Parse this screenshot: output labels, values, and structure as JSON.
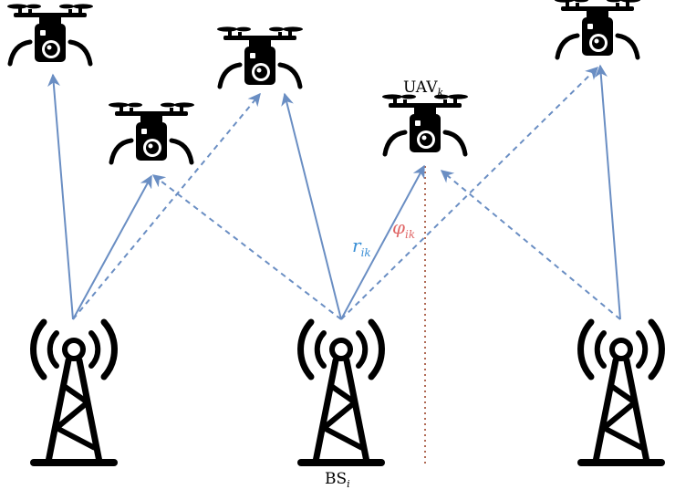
{
  "labels": {
    "uav_k": {
      "main": "UAV",
      "sub": "k"
    },
    "bs_i": {
      "main": "BS",
      "sub": "i"
    },
    "distance": {
      "main": "r",
      "sub": "ik"
    },
    "angle": {
      "main": "φ",
      "sub": "ik"
    }
  },
  "colors": {
    "link": "#6a8ec3",
    "distance_label": "#3a8fd6",
    "angle_label": "#e06666",
    "vertical_line": "#b06a55",
    "icon": "#000000"
  },
  "icons": {
    "uav": "drone-camera-icon",
    "bs": "cell-tower-icon"
  }
}
